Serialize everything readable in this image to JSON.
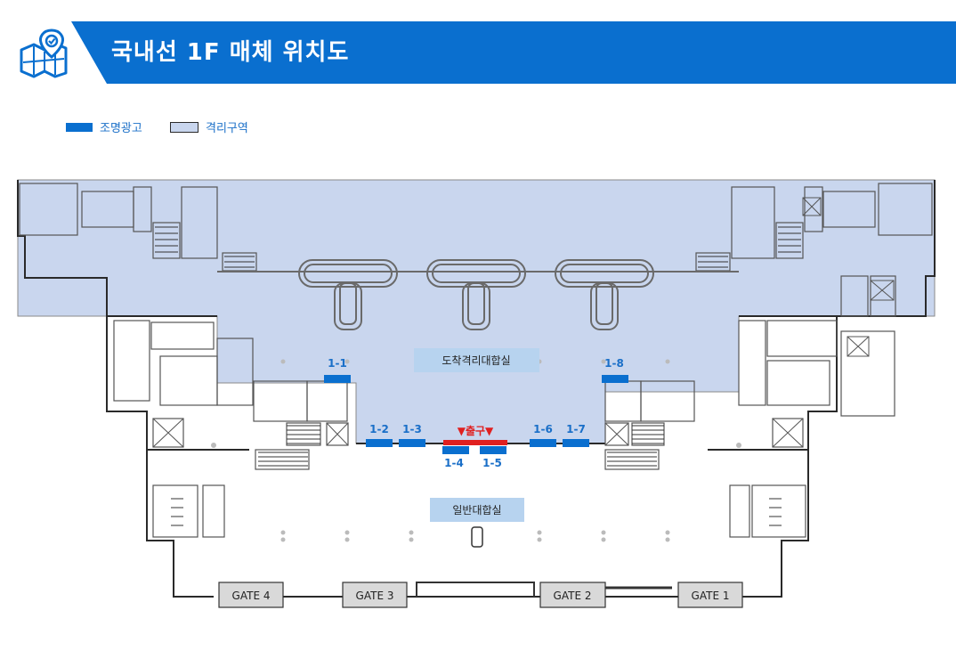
{
  "header": {
    "title": "국내선 1F 매체 위치도",
    "icon": "map-location-icon",
    "bar_color": "#0a6fcf"
  },
  "legend": {
    "lighting_ad": "조명광고",
    "quarantine_zone": "격리구역",
    "lighting_ad_color": "#0a6fcf",
    "quarantine_zone_color": "#c9d6ee"
  },
  "floor": {
    "arrival_hall": "도착격리대합실",
    "general_hall": "일반대합실",
    "exit": "▼출구▼",
    "exit_color": "#e02020",
    "ads": [
      "1-1",
      "1-2",
      "1-3",
      "1-4",
      "1-5",
      "1-6",
      "1-7",
      "1-8"
    ],
    "gates": [
      "GATE 4",
      "GATE 3",
      "GATE 2",
      "GATE 1"
    ]
  }
}
